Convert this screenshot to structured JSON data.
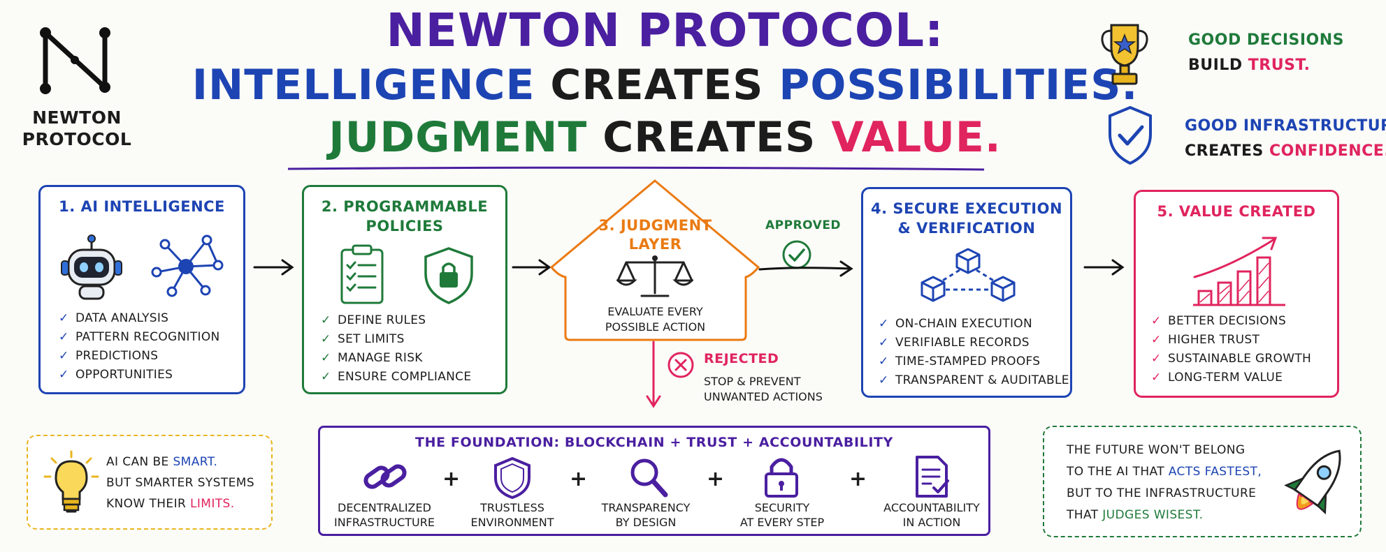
{
  "logo": {
    "line1": "NEWTON",
    "line2": "PROTOCOL"
  },
  "title": {
    "line1": "NEWTON PROTOCOL:",
    "line2": {
      "part1": "INTELLIGENCE",
      "part2": "CREATES",
      "part3": "POSSIBILITIES."
    },
    "line3": {
      "part1": "JUDGMENT",
      "part2": "CREATES",
      "part3": "VALUE."
    }
  },
  "callouts": {
    "trust": {
      "line1": "GOOD DECISIONS",
      "line2_a": "BUILD ",
      "line2_b": "TRUST."
    },
    "confidence": {
      "line1": "GOOD INFRASTRUCTURE",
      "line2_a": "CREATES ",
      "line2_b": "CONFIDENCE."
    }
  },
  "steps": {
    "ai": {
      "title": "1. AI INTELLIGENCE",
      "items": [
        "DATA ANALYSIS",
        "PATTERN RECOGNITION",
        "PREDICTIONS",
        "OPPORTUNITIES"
      ]
    },
    "policies": {
      "title_line1": "2. PROGRAMMABLE",
      "title_line2": "POLICIES",
      "items": [
        "DEFINE RULES",
        "SET LIMITS",
        "MANAGE RISK",
        "ENSURE COMPLIANCE"
      ]
    },
    "judgment": {
      "title_line1": "3. JUDGMENT",
      "title_line2": "LAYER",
      "desc_line1": "EVALUATE EVERY",
      "desc_line2": "POSSIBLE ACTION"
    },
    "execution": {
      "title_line1": "4. SECURE EXECUTION",
      "title_line2": "& VERIFICATION",
      "items": [
        "ON-CHAIN EXECUTION",
        "VERIFIABLE RECORDS",
        "TIME-STAMPED PROOFS",
        "TRANSPARENT & AUDITABLE"
      ]
    },
    "value": {
      "title": "5. VALUE CREATED",
      "items": [
        "BETTER DECISIONS",
        "HIGHER TRUST",
        "SUSTAINABLE GROWTH",
        "LONG-TERM VALUE"
      ]
    }
  },
  "approved": "APPROVED",
  "rejected": {
    "label": "REJECTED",
    "line1": "STOP & PREVENT",
    "line2": "UNWANTED ACTIONS"
  },
  "foundation": {
    "title": "THE FOUNDATION: BLOCKCHAIN + TRUST + ACCOUNTABILITY",
    "items": [
      {
        "line1": "DECENTRALIZED",
        "line2": "INFRASTRUCTURE",
        "icon": "chain-link-icon"
      },
      {
        "line1": "TRUSTLESS",
        "line2": "ENVIRONMENT",
        "icon": "shield-icon"
      },
      {
        "line1": "TRANSPARENCY",
        "line2": "BY DESIGN",
        "icon": "magnifier-icon"
      },
      {
        "line1": "SECURITY",
        "line2": "AT EVERY STEP",
        "icon": "padlock-icon"
      },
      {
        "line1": "ACCOUNTABILITY",
        "line2": "IN ACTION",
        "icon": "document-check-icon"
      }
    ],
    "plus": "+"
  },
  "smart_note": {
    "l1a": "AI CAN BE ",
    "l1b": "SMART.",
    "l2": "BUT SMARTER SYSTEMS",
    "l3a": "KNOW THEIR ",
    "l3b": "LIMITS."
  },
  "future_note": {
    "l1": "THE FUTURE WON'T BELONG",
    "l2a": "TO THE AI THAT ",
    "l2b": "ACTS FASTEST,",
    "l3": "BUT TO THE INFRASTRUCTURE",
    "l4a": "THAT ",
    "l4b": "JUDGES WISEST."
  },
  "check_glyph": "✓",
  "colors": {
    "purple": "#4a1fa0",
    "blue": "#1d44b3",
    "green": "#1f7a3a",
    "pink": "#e0245e",
    "orange": "#ea7a12",
    "gold": "#e9b51e"
  }
}
